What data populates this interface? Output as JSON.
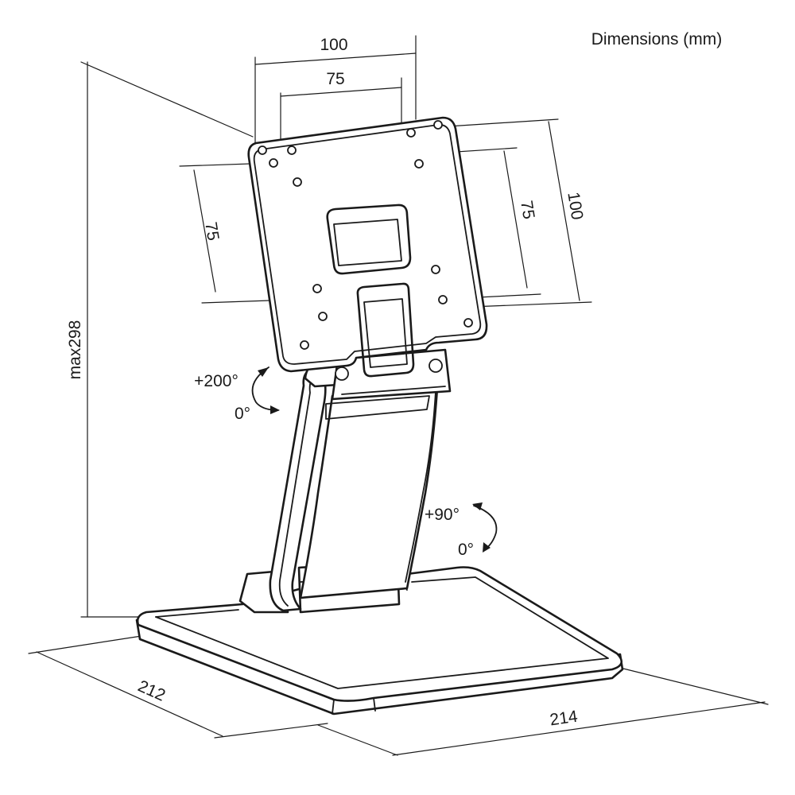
{
  "title": "Dimensions (mm)",
  "vesa": {
    "horizontal_outer": "100",
    "horizontal_inner": "75",
    "vertical_inner_left": "75",
    "vertical_inner_right": "75",
    "vertical_outer": "100"
  },
  "height": "max298",
  "depth": "212",
  "width": "214",
  "tilt": {
    "max": "+200°",
    "min": "0°"
  },
  "arm_tilt": {
    "max": "+90°",
    "min": "0°"
  }
}
